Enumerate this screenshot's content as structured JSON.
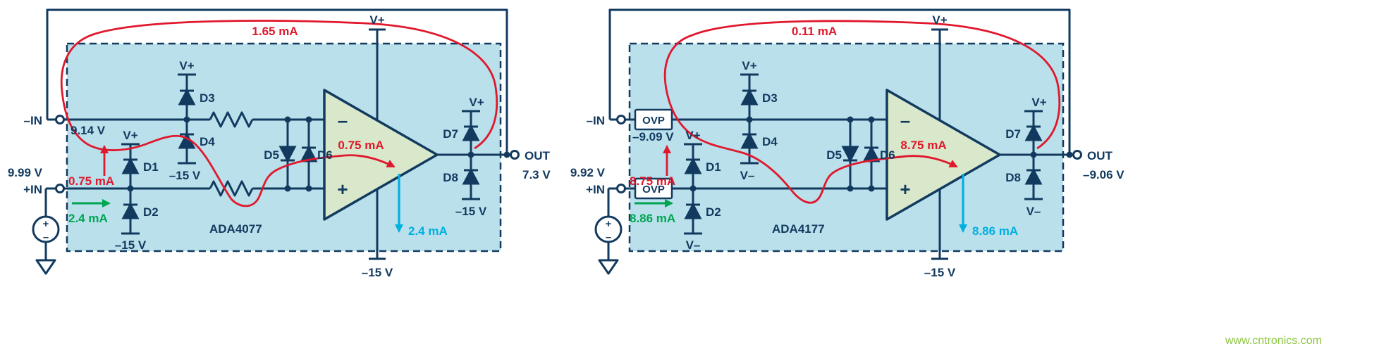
{
  "watermark": "www.cntronics.com",
  "colors": {
    "wire_navy": "#123a5f",
    "box_blue": "#b9e0eb",
    "amp_green_fill": "#d9e8ca",
    "current_red": "#e0182d",
    "current_green": "#00a551",
    "current_cyan": "#00b0df",
    "watermark_green": "#8dc63f"
  },
  "left": {
    "chip": "ADA4077",
    "loop_current": "1.65 mA",
    "neg_in": "–IN",
    "neg_in_voltage": "9.14 V",
    "pos_in": "+IN",
    "pos_in_voltage": "9.99 V",
    "clamp_current": "0.75 mA",
    "input_current": "2.4 mA",
    "amp_current": "0.75 mA",
    "tail_current": "2.4 mA",
    "out": "OUT",
    "out_voltage": "7.3 V",
    "supply_top": "V+",
    "supply_bottom": "–15 V",
    "opamp_minus": "–",
    "opamp_plus": "+",
    "src_plus": "+",
    "src_minus": "–",
    "stack12": {
      "top": "V+",
      "upper": "D1",
      "lower": "D2",
      "bottom": "–15 V"
    },
    "stack34": {
      "top": "V+",
      "upper": "D3",
      "lower": "D4",
      "bottom": "–15 V"
    },
    "pair56": {
      "left": "D5",
      "right": "D6"
    },
    "stack78": {
      "top": "V+",
      "upper": "D7",
      "lower": "D8",
      "bottom": "–15 V"
    }
  },
  "right": {
    "chip": "ADA4177",
    "ovp": "OVP",
    "loop_current": "0.11 mA",
    "neg_in": "–IN",
    "neg_in_voltage": "–9.09 V",
    "pos_in": "+IN",
    "pos_in_voltage": "9.92 V",
    "clamp_current": "8.75 mA",
    "input_current": "8.86 mA",
    "amp_current": "8.75 mA",
    "tail_current": "8.86 mA",
    "out": "OUT",
    "out_voltage": "–9.06 V",
    "supply_top": "V+",
    "supply_bottom": "–15 V",
    "opamp_minus": "–",
    "opamp_plus": "+",
    "src_plus": "+",
    "src_minus": "–",
    "stack12": {
      "top": "V+",
      "upper": "D1",
      "lower": "D2",
      "bottom": "V–"
    },
    "stack34": {
      "top": "V+",
      "upper": "D3",
      "lower": "D4",
      "bottom": "V–"
    },
    "pair56": {
      "left": "D5",
      "right": "D6"
    },
    "stack78": {
      "top": "V+",
      "upper": "D7",
      "lower": "D8",
      "bottom": "V–"
    }
  }
}
